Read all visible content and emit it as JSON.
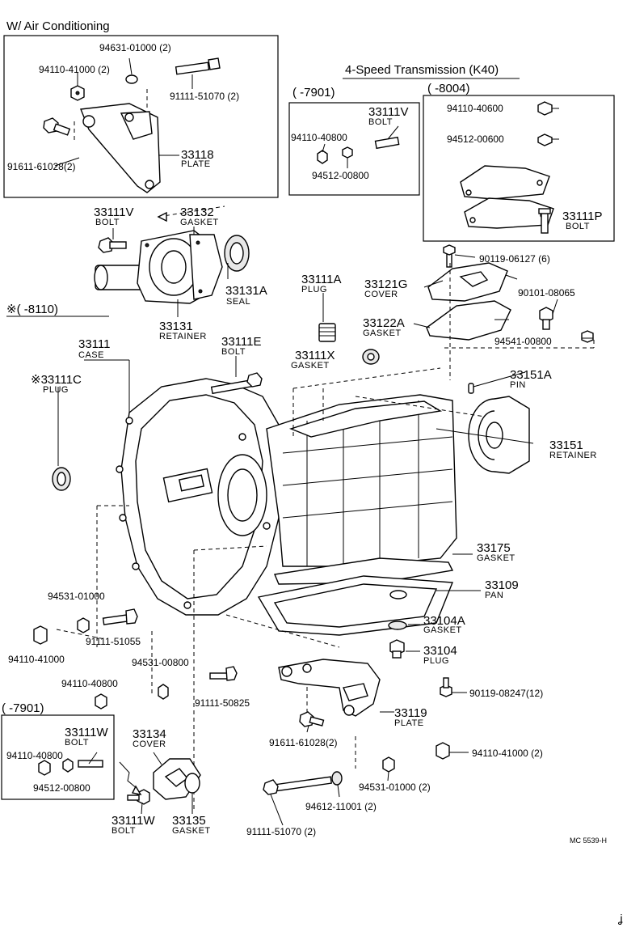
{
  "headings": {
    "air_conditioning": "W/ Air Conditioning",
    "transmission": "4-Speed Transmission (K40)",
    "range_7901_top": "(      -7901)",
    "range_8004": "(      -8004)",
    "range_8110": "※(       -8110)",
    "range_7901_bottom": "(      -7901)"
  },
  "parts": [
    {
      "id": "p1",
      "num": "94631-01000 (2)",
      "label": ""
    },
    {
      "id": "p2",
      "num": "94110-41000 (2)",
      "label": ""
    },
    {
      "id": "p3",
      "num": "91111-51070 (2)",
      "label": ""
    },
    {
      "id": "p4",
      "num": "91611-61028(2)",
      "label": ""
    },
    {
      "id": "p5",
      "num": "33118",
      "label": "PLATE"
    },
    {
      "id": "p6",
      "num": "33111V",
      "label": "BOLT"
    },
    {
      "id": "p7",
      "num": "94110-40800",
      "label": ""
    },
    {
      "id": "p8",
      "num": "94512-00800",
      "label": ""
    },
    {
      "id": "p9",
      "num": "94110-40600",
      "label": ""
    },
    {
      "id": "p10",
      "num": "94512-00600",
      "label": ""
    },
    {
      "id": "p11",
      "num": "33111P",
      "label": "BOLT"
    },
    {
      "id": "p12",
      "num": "33111V",
      "label": "BOLT"
    },
    {
      "id": "p13",
      "num": "33132",
      "label": "GASKET"
    },
    {
      "id": "p14",
      "num": "33131A",
      "label": "SEAL"
    },
    {
      "id": "p15",
      "num": "33131",
      "label": "RETAINER"
    },
    {
      "id": "p16",
      "num": "90119-06127 (6)",
      "label": ""
    },
    {
      "id": "p17",
      "num": "33121G",
      "label": "COVER"
    },
    {
      "id": "p18",
      "num": "90101-08065",
      "label": ""
    },
    {
      "id": "p19",
      "num": "33122A",
      "label": "GASKET"
    },
    {
      "id": "p20",
      "num": "94541-00800",
      "label": ""
    },
    {
      "id": "p21",
      "num": "33111A",
      "label": "PLUG"
    },
    {
      "id": "p22",
      "num": "33111X",
      "label": "GASKET"
    },
    {
      "id": "p23",
      "num": "33111",
      "label": "CASE"
    },
    {
      "id": "p24",
      "num": "33111E",
      "label": "BOLT"
    },
    {
      "id": "p25",
      "num": "※33111C",
      "label": "PLUG"
    },
    {
      "id": "p26",
      "num": "33151A",
      "label": "PIN"
    },
    {
      "id": "p27",
      "num": "33151",
      "label": "RETAINER"
    },
    {
      "id": "p28",
      "num": "33175",
      "label": "GASKET"
    },
    {
      "id": "p29",
      "num": "33109",
      "label": "PAN"
    },
    {
      "id": "p30",
      "num": "33104A",
      "label": "GASKET"
    },
    {
      "id": "p31",
      "num": "33104",
      "label": "PLUG"
    },
    {
      "id": "p32",
      "num": "90119-08247(12)",
      "label": ""
    },
    {
      "id": "p33",
      "num": "94531-01000",
      "label": ""
    },
    {
      "id": "p34",
      "num": "91111-51055",
      "label": ""
    },
    {
      "id": "p35",
      "num": "94110-41000",
      "label": ""
    },
    {
      "id": "p36",
      "num": "94531-00800",
      "label": ""
    },
    {
      "id": "p37",
      "num": "94110-40800",
      "label": ""
    },
    {
      "id": "p38",
      "num": "91111-50825",
      "label": ""
    },
    {
      "id": "p39",
      "num": "33119",
      "label": "PLATE"
    },
    {
      "id": "p40",
      "num": "91611-61028(2)",
      "label": ""
    },
    {
      "id": "p41",
      "num": "94110-41000 (2)",
      "label": ""
    },
    {
      "id": "p42",
      "num": "94531-01000 (2)",
      "label": ""
    },
    {
      "id": "p43",
      "num": "94612-11001 (2)",
      "label": ""
    },
    {
      "id": "p44",
      "num": "91111-51070 (2)",
      "label": ""
    },
    {
      "id": "p45",
      "num": "33111W",
      "label": "BOLT"
    },
    {
      "id": "p46",
      "num": "94110-40800",
      "label": ""
    },
    {
      "id": "p47",
      "num": "94512-00800",
      "label": ""
    },
    {
      "id": "p48",
      "num": "33134",
      "label": "COVER"
    },
    {
      "id": "p49",
      "num": "33111W",
      "label": "BOLT"
    },
    {
      "id": "p50",
      "num": "33135",
      "label": "GASKET"
    }
  ],
  "footer": {
    "code": "MC 5539-H",
    "mark": "ʝ"
  }
}
